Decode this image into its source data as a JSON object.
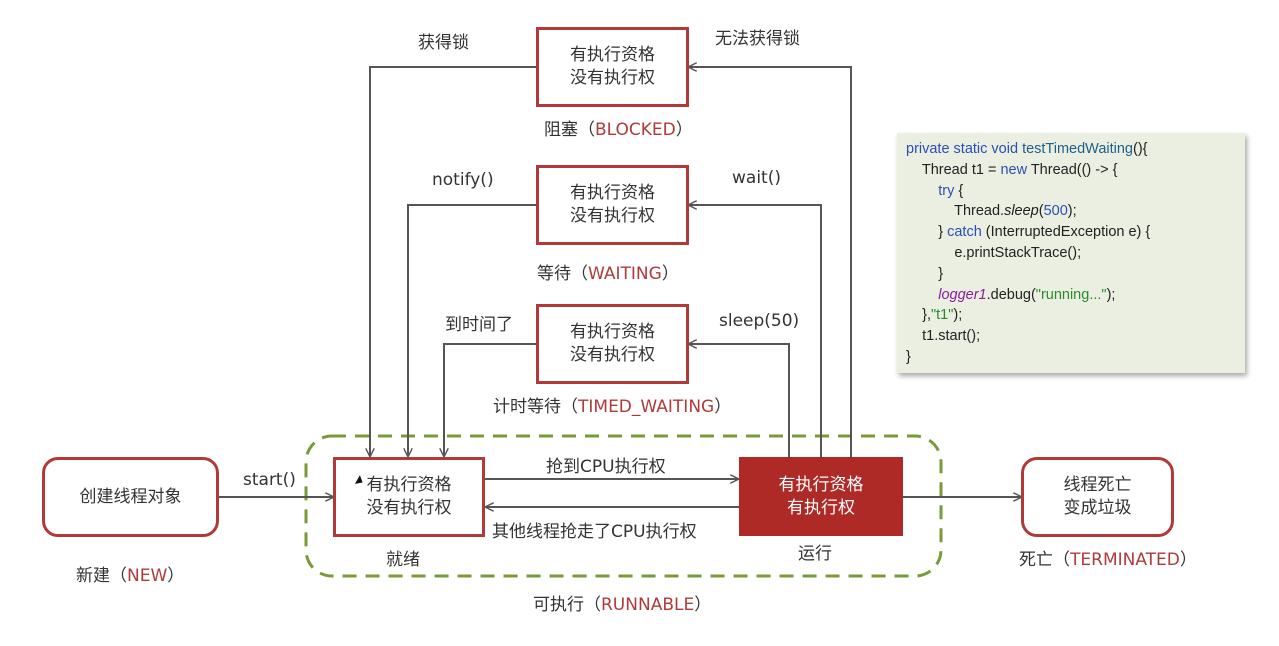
{
  "diagram": {
    "title": "Java thread states",
    "states": {
      "new": {
        "box_lines": [
          "创建线程对象"
        ],
        "label_cn": "新建（",
        "label_en": "NEW",
        "label_end": "）"
      },
      "ready": {
        "box_lines": [
          "有执行资格",
          "没有执行权"
        ],
        "label_cn": "就绪"
      },
      "running": {
        "box_lines": [
          "有执行资格",
          "有执行权"
        ],
        "label_cn": "运行"
      },
      "runnable_group": {
        "label_cn": "可执行（",
        "label_en": "RUNNABLE",
        "label_end": "）"
      },
      "blocked": {
        "box_lines": [
          "有执行资格",
          "没有执行权"
        ],
        "label_cn": "阻塞（",
        "label_en": "BLOCKED",
        "label_end": "）"
      },
      "waiting": {
        "box_lines": [
          "有执行资格",
          "没有执行权"
        ],
        "label_cn": "等待（",
        "label_en": "WAITING",
        "label_end": "）"
      },
      "timed_waiting": {
        "box_lines": [
          "有执行资格",
          "没有执行权"
        ],
        "label_cn": "计时等待（",
        "label_en": "TIMED_WAITING",
        "label_end": "）"
      },
      "terminated": {
        "box_lines": [
          "线程死亡",
          "变成垃圾"
        ],
        "label_cn": "死亡（",
        "label_en": "TERMINATED",
        "label_end": "）"
      }
    },
    "transitions": {
      "start": "start()",
      "get_cpu": "抢到CPU执行权",
      "lose_cpu": "其他线程抢走了CPU执行权",
      "acquire_lock": "获得锁",
      "cannot_acquire_lock": "无法获得锁",
      "notify": "notify()",
      "wait": "wait()",
      "time_up": "到时间了",
      "sleep": "sleep(50)"
    },
    "colors": {
      "accent_red": "#b03a3a",
      "running_fill": "#ad2a27",
      "runnable_dash": "#7a9a3a",
      "line": "#555555",
      "code_bg": "#eaefe1"
    }
  },
  "code": {
    "lines": [
      [
        {
          "t": "private static void ",
          "c": "kw"
        },
        {
          "t": "testTimedWaiting",
          "c": "mth"
        },
        {
          "t": "(){",
          "c": ""
        }
      ],
      [
        {
          "t": "    Thread t1 = ",
          "c": ""
        },
        {
          "t": "new",
          "c": "kw"
        },
        {
          "t": " Thread(() -> {",
          "c": ""
        }
      ],
      [
        {
          "t": "        ",
          "c": ""
        },
        {
          "t": "try",
          "c": "kw"
        },
        {
          "t": " {",
          "c": ""
        }
      ],
      [
        {
          "t": "            Thread.",
          "c": ""
        },
        {
          "t": "sleep",
          "c": "it"
        },
        {
          "t": "(",
          "c": ""
        },
        {
          "t": "500",
          "c": "num"
        },
        {
          "t": ");",
          "c": ""
        }
      ],
      [
        {
          "t": "        } ",
          "c": ""
        },
        {
          "t": "catch",
          "c": "kw"
        },
        {
          "t": " (InterruptedException e) {",
          "c": ""
        }
      ],
      [
        {
          "t": "            e.printStackTrace();",
          "c": ""
        }
      ],
      [
        {
          "t": "        }",
          "c": ""
        }
      ],
      [
        {
          "t": "        ",
          "c": ""
        },
        {
          "t": "logger1",
          "c": "fld"
        },
        {
          "t": ".debug(",
          "c": ""
        },
        {
          "t": "\"running...\"",
          "c": "str"
        },
        {
          "t": ");",
          "c": ""
        }
      ],
      [
        {
          "t": "    },",
          "c": ""
        },
        {
          "t": "\"t1\"",
          "c": "str"
        },
        {
          "t": ");",
          "c": ""
        }
      ],
      [
        {
          "t": "    t1.start();",
          "c": ""
        }
      ],
      [
        {
          "t": "}",
          "c": ""
        }
      ]
    ]
  }
}
